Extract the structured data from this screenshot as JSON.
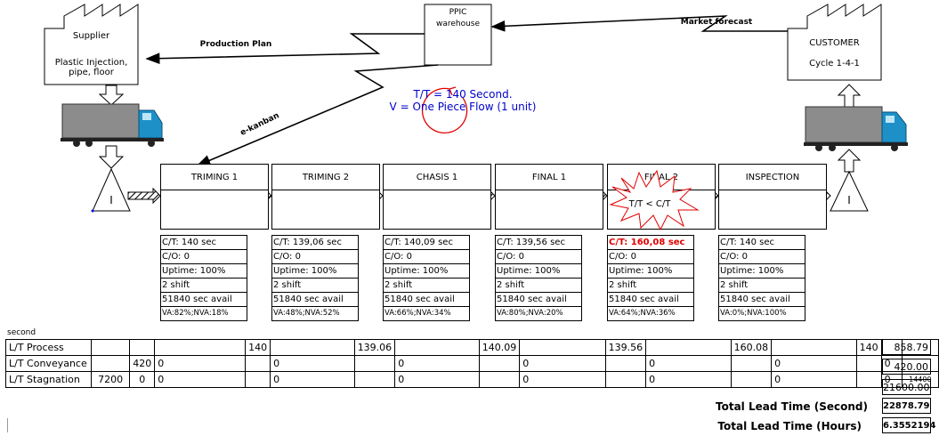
{
  "supplier": {
    "title": "Supplier",
    "desc": "Plastic Injection, pipe, floor"
  },
  "ppic": {
    "line1": "PPIC",
    "line2": "warehouse"
  },
  "customer": {
    "title": "CUSTOMER",
    "cycle": "Cycle 1-4-1"
  },
  "flows": {
    "production_plan": "Production Plan",
    "market_forecast": "Market forecast",
    "ekanban": "e-kanban"
  },
  "takt": {
    "line1": "T/T = 140 Second.",
    "line2": "V = One Piece Flow (1 unit)"
  },
  "burst_text": "T/T < C/T",
  "inventory_label": "I",
  "processes": [
    {
      "name": "TRIMING 1",
      "ct": "C/T: 140 sec",
      "co": "C/O: 0",
      "uptime": "Uptime: 100%",
      "shift": "2 shift",
      "avail": "51840 sec avail",
      "va": "VA:82%;NVA:18%"
    },
    {
      "name": "TRIMING 2",
      "ct": "C/T: 139,06 sec",
      "co": "C/O: 0",
      "uptime": "Uptime: 100%",
      "shift": "2 shift",
      "avail": "51840 sec avail",
      "va": "VA:48%;NVA:52%"
    },
    {
      "name": "CHASIS 1",
      "ct": "C/T: 140,09 sec",
      "co": "C/O: 0",
      "uptime": "Uptime: 100%",
      "shift": "2 shift",
      "avail": "51840 sec avail",
      "va": "VA:66%;NVA:34%"
    },
    {
      "name": "FINAL 1",
      "ct": "C/T: 139,56 sec",
      "co": "C/O: 0",
      "uptime": "Uptime: 100%",
      "shift": "2 shift",
      "avail": "51840 sec avail",
      "va": "VA:80%;NVA:20%"
    },
    {
      "name": "FINAL 2",
      "ct": "C/T: 160,08 sec",
      "co": "C/O: 0",
      "uptime": "Uptime: 100%",
      "shift": "2 shift",
      "avail": "51840 sec avail",
      "va": "VA:64%;NVA:36%"
    },
    {
      "name": "INSPECTION",
      "ct": "C/T: 140 sec",
      "co": "C/O: 0",
      "uptime": "Uptime: 100%",
      "shift": "2 shift",
      "avail": "51840 sec avail",
      "va": "VA:0%;NVA:100%"
    }
  ],
  "unit_label": "second",
  "table": {
    "rows": [
      {
        "label": "L/T Process",
        "cells": [
          "",
          "",
          "",
          "140",
          "",
          "139.06",
          "",
          "140.09",
          "",
          "139.56",
          "",
          "160.08",
          "",
          "140",
          "",
          ""
        ]
      },
      {
        "label": "L/T Conveyance",
        "cells": [
          "",
          "420",
          "0",
          "",
          "0",
          "",
          "0",
          "",
          "0",
          "",
          "0",
          "",
          "0",
          "",
          "0",
          ""
        ]
      },
      {
        "label": "L/T Stagnation",
        "cells": [
          "7200",
          "0",
          "0",
          "",
          "0",
          "",
          "0",
          "",
          "0",
          "",
          "0",
          "",
          "0",
          "",
          "0",
          "14400"
        ]
      }
    ],
    "totals": [
      "858.79",
      "420.00",
      "21600.00"
    ]
  },
  "total_second": {
    "label": "Total Lead Time (Second)",
    "value": "22878.79"
  },
  "total_hours": {
    "label": "Total Lead Time (Hours)",
    "value": "6.3552194"
  }
}
